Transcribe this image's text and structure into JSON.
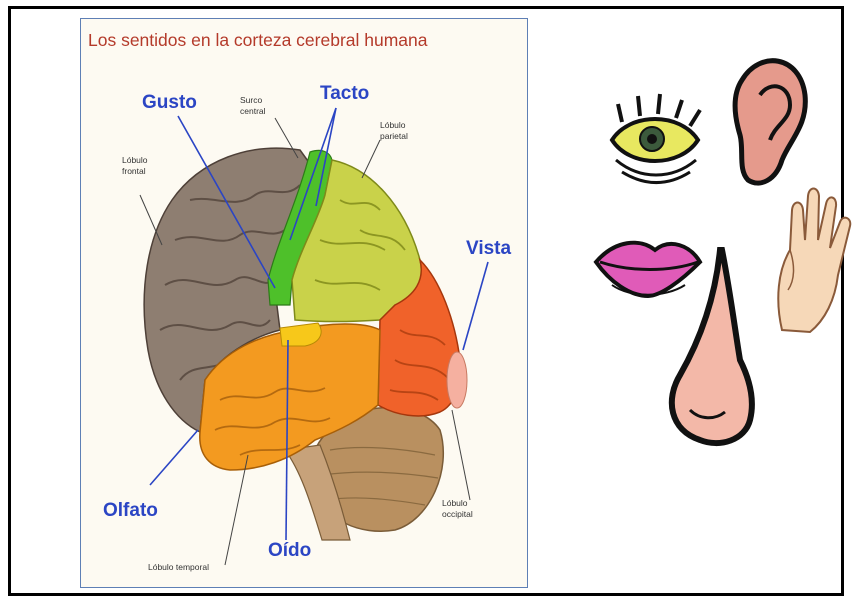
{
  "title": "Los sentidos en la corteza cerebral humana",
  "senses": {
    "gusto": "Gusto",
    "tacto": "Tacto",
    "vista": "Vista",
    "olfato": "Olfato",
    "oido": "Oído"
  },
  "brain_parts": {
    "surco": "Surco central",
    "lobulo_frontal": "Lóbulo frontal",
    "lobulo_parietal": "Lóbulo parietal",
    "lobulo_temporal": "Lóbulo temporal",
    "lobulo_occipital": "Lóbulo occipital"
  },
  "colors": {
    "title": "#b43a2a",
    "sense_labels": "#2b45c4",
    "frontal": "#8e7e71",
    "parietal": "#c9d24a",
    "motor_strip": "#4ec02a",
    "occipital": "#f0622a",
    "temporal": "#f39a20",
    "cerebellum": "#b99060"
  },
  "icons": [
    "eye-icon",
    "ear-icon",
    "lips-icon",
    "nose-icon",
    "hand-icon"
  ]
}
